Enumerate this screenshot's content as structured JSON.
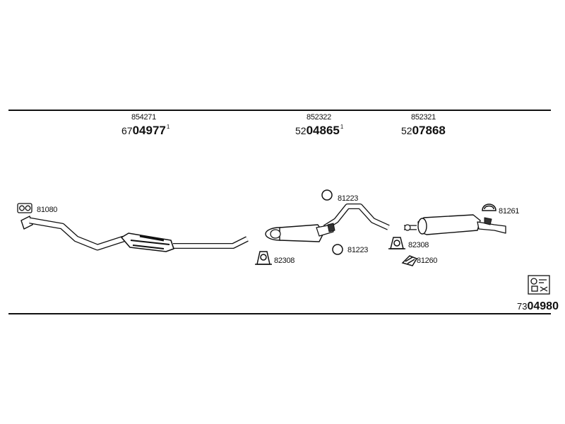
{
  "parts": {
    "front": {
      "top": "854271",
      "prefix": "67",
      "main": "04977",
      "sup": "1"
    },
    "middle": {
      "top": "852322",
      "prefix": "52",
      "main": "04865",
      "sup": "1"
    },
    "rear": {
      "top": "852321",
      "prefix": "52",
      "main": "07868"
    }
  },
  "callouts": {
    "gasket": "81080",
    "clamp_front": "82308",
    "ring_upper": "81223",
    "ring_lower": "81223",
    "clamp_rear": "82308",
    "hanger_top": "81261",
    "hanger_bottom": "81260"
  },
  "kit": {
    "prefix": "73",
    "main": "04980"
  },
  "icons": {
    "kit": "mounting-kit-icon"
  }
}
